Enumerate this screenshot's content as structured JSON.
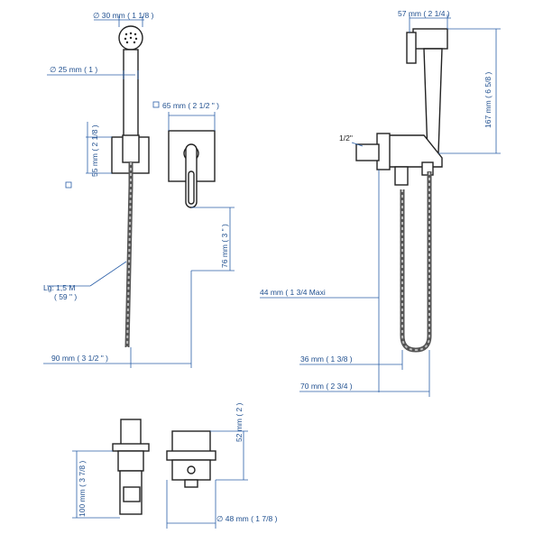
{
  "dimensions": {
    "head_diameter": "∅ 30 mm ( 1 1/8 )",
    "handle_diameter": "∅ 25 mm ( 1 )",
    "holder_size": "55 mm ( 2 1/8 )",
    "plate_size": "65 mm ( 2 1/2 \" )",
    "lever_offset": "76 mm ( 3 \" )",
    "hose_length": "Lg: 1,5 M",
    "hose_length_inch": "( 59 \" )",
    "center_distance": "90 mm ( 3 1/2 \" )",
    "head_depth": "57 mm ( 2 1/4 )",
    "handle_length": "167 mm ( 6 5/8 )",
    "inlet_size": "1/2\"",
    "max_projection": "44 mm ( 1 3/4  Maxi",
    "hose_offset": "36 mm ( 1 3/8 )",
    "total_projection": "70 mm ( 2 3/4 )",
    "body_depth": "100 mm ( 3 7/8 )",
    "cap_height": "52 mm ( 2 )",
    "cap_diameter": "∅ 48 mm ( 1 7/8 )"
  },
  "colors": {
    "dimension": "#1f4f8f",
    "outline": "#222222"
  }
}
